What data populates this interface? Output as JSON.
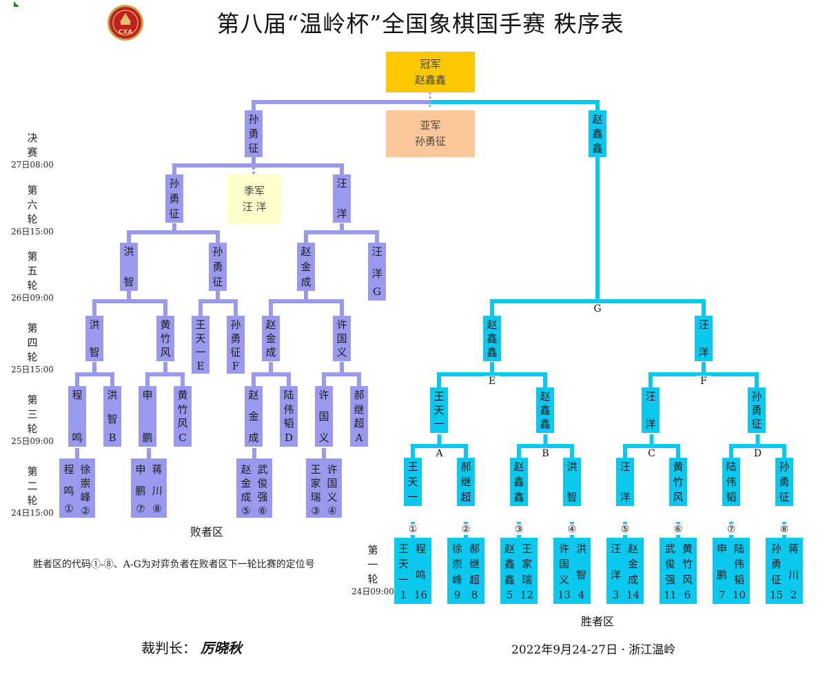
{
  "title": "第八届“温岭杯”全国象棋国手赛  秩序表",
  "logo_text": "CXA",
  "awards": {
    "champion": {
      "label": "冠军",
      "name": "赵鑫鑫"
    },
    "runner_up": {
      "label": "亚军",
      "name": "孙勇征"
    },
    "third": {
      "label": "季军",
      "name": "汪  洋"
    }
  },
  "round_labels": [
    {
      "name": "决赛",
      "time": "27日08:00"
    },
    {
      "name": "第六轮",
      "time": "26日15:00"
    },
    {
      "name": "第五轮",
      "time": "26日09:00"
    },
    {
      "name": "第四轮",
      "time": "25日15:00"
    },
    {
      "name": "第三轮",
      "time": "25日09:00"
    },
    {
      "name": "第二轮",
      "time": "24日15:00"
    },
    {
      "name": "第一轮",
      "time": "24日09:00"
    }
  ],
  "zones": {
    "loser": "败者区",
    "winner": "胜者区"
  },
  "note": "胜者区的代码①-⑧、A-G为对弈负者在败者区下一轮比赛的定位号",
  "referee": {
    "label": "裁判长：",
    "name": "厉晓秋"
  },
  "date_place": "2022年9月24-27日 · 浙江温岭",
  "winner_codes": [
    "①",
    "②",
    "③",
    "④",
    "⑤",
    "⑥",
    "⑦",
    "⑧"
  ],
  "winner_letters": [
    "A",
    "B",
    "C",
    "D",
    "E",
    "F",
    "G"
  ],
  "winner_round1": [
    {
      "p1": "王天一",
      "s1": "1",
      "p2": "程鸣",
      "s2": "16"
    },
    {
      "p1": "徐崇峰",
      "s1": "9",
      "p2": "郝继超",
      "s2": "8"
    },
    {
      "p1": "赵鑫鑫",
      "s1": "5",
      "p2": "王家瑞",
      "s2": "12"
    },
    {
      "p1": "许国义",
      "s1": "13",
      "p2": "洪智",
      "s2": "4"
    },
    {
      "p1": "汪洋",
      "s1": "3",
      "p2": "赵金成",
      "s2": "14"
    },
    {
      "p1": "武俊强",
      "s1": "11",
      "p2": "黄竹风",
      "s2": "6"
    },
    {
      "p1": "申鹏",
      "s1": "7",
      "p2": "陆伟韬",
      "s2": "10"
    },
    {
      "p1": "孙勇征",
      "s1": "15",
      "p2": "蒋川",
      "s2": "2"
    }
  ],
  "winner_round2": [
    "王天一",
    "郝继超",
    "赵鑫鑫",
    "洪智",
    "汪洋",
    "黄竹风",
    "陆伟韬",
    "孙勇征"
  ],
  "winner_round3": [
    "王天一",
    "赵鑫鑫",
    "汪洋",
    "孙勇征"
  ],
  "winner_round4": [
    "赵鑫鑫",
    "汪洋"
  ],
  "winner_final": "赵鑫鑫",
  "loser_round2": [
    {
      "p1": "程鸣",
      "c1": "①",
      "p2": "徐崇峰",
      "c2": "②"
    },
    {
      "p1": "申鹏",
      "c1": "⑦",
      "p2": "蒋川",
      "c2": "⑧"
    },
    {
      "p1": "赵金成",
      "c1": "⑤",
      "p2": "武俊强",
      "c2": "⑥"
    },
    {
      "p1": "王家瑞",
      "c1": "③",
      "p2": "许国义",
      "c2": "④"
    }
  ],
  "loser_round3": [
    {
      "name": "程鸣",
      "code": ""
    },
    {
      "name": "洪智",
      "code": "B"
    },
    {
      "name": "申鹏",
      "code": ""
    },
    {
      "name": "黄竹风",
      "code": "C"
    },
    {
      "name": "赵金成",
      "code": ""
    },
    {
      "name": "陆伟韬",
      "code": "D"
    },
    {
      "name": "许国义",
      "code": ""
    },
    {
      "name": "郝继超",
      "code": "A"
    }
  ],
  "loser_round4": [
    {
      "name": "洪智",
      "code": ""
    },
    {
      "name": "黄竹风",
      "code": ""
    },
    {
      "name": "王天一",
      "code": "E"
    },
    {
      "name": "孙勇征",
      "code": "F"
    },
    {
      "name": "赵金成",
      "code": ""
    },
    {
      "name": "许国义",
      "code": ""
    }
  ],
  "loser_round5": [
    {
      "name": "洪智",
      "code": ""
    },
    {
      "name": "孙勇征",
      "code": ""
    },
    {
      "name": "赵金成",
      "code": ""
    },
    {
      "name": "汪洋",
      "code": "G"
    }
  ],
  "loser_round6": [
    "孙勇征",
    "汪洋"
  ],
  "loser_final": "孙勇征",
  "colors": {
    "winner": "#0bc8ee",
    "loser": "#9999ee",
    "champion": "#fcc800",
    "runner_up": "#fcc89a",
    "third": "#ffffcc"
  }
}
